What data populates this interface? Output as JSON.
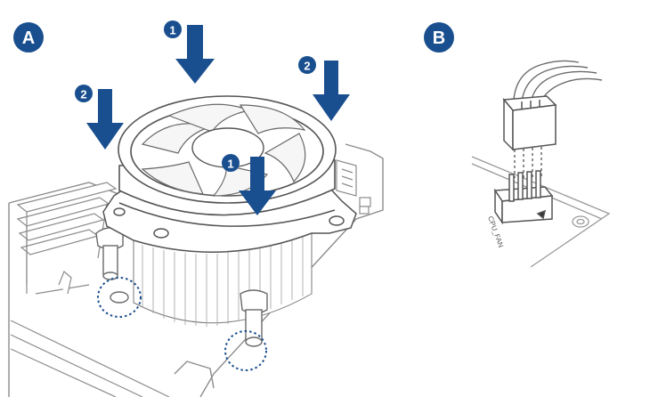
{
  "panels": {
    "a": {
      "label": "A"
    },
    "b": {
      "label": "B"
    }
  },
  "steps": {
    "one_top": "1",
    "one_center": "1",
    "two_left": "2",
    "two_right": "2"
  },
  "connector": {
    "header_label": "CPU_FAN"
  },
  "colors": {
    "accent_blue": "#1a4f8f",
    "line_gray": "#9a9a9a",
    "dark_line": "#4a4a4a",
    "dotted_blue": "#1a4f8f"
  },
  "icons": {
    "arrow": "down-arrow-icon",
    "circle": "numbered-step-badge"
  }
}
